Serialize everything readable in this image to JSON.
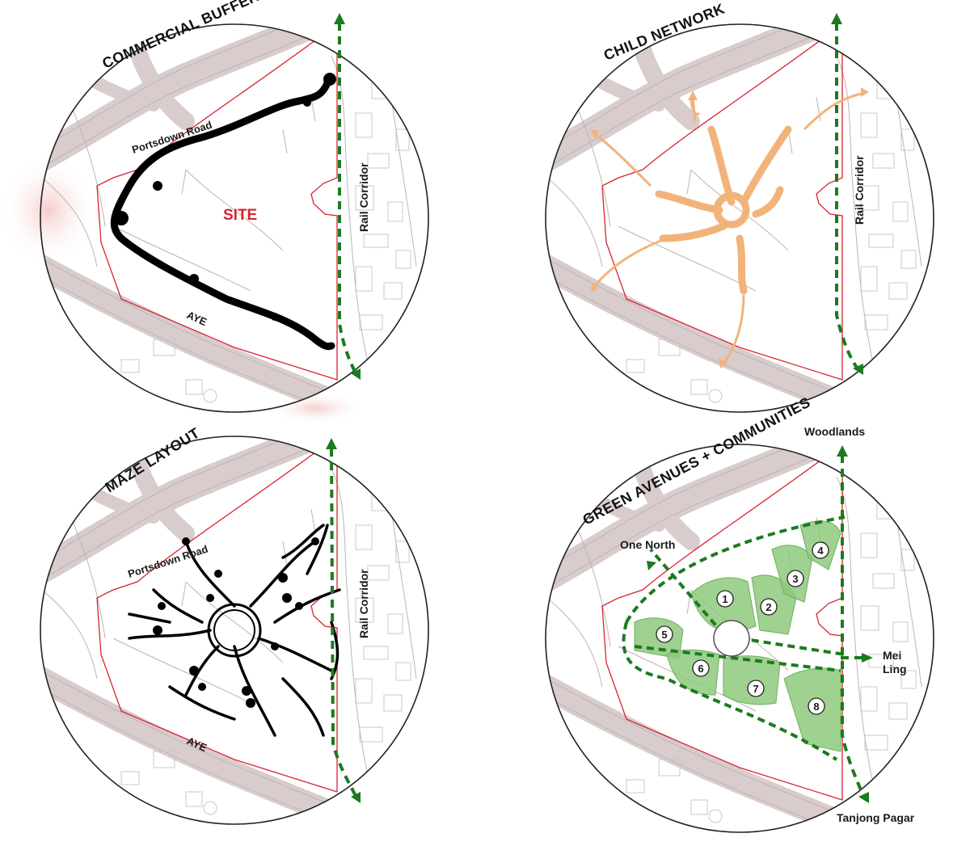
{
  "panels": {
    "commercial_buffer": {
      "title": "COMMERCIAL BUFFER",
      "road_north": "Portsdown Road",
      "road_south": "AYE",
      "site": "SITE",
      "rail": "Rail Corridor"
    },
    "child_network": {
      "title": "CHILD NETWORK",
      "rail": "Rail Corridor"
    },
    "maze_layout": {
      "title": "MAZE LAYOUT",
      "road_north": "Portsdown Road",
      "road_south": "AYE",
      "rail": "Rail Corridor"
    },
    "green_avenues": {
      "title": "GREEN AVENUES + COMMUNITIES",
      "woodlands": "Woodlands",
      "one_north": "One North",
      "mei": "Mei",
      "ling": "Ling",
      "tanjong_pagar": "Tanjong Pagar",
      "communities": [
        "1",
        "2",
        "3",
        "4",
        "5",
        "6",
        "7",
        "8"
      ]
    }
  },
  "colors": {
    "site_boundary": "#d9232e",
    "rail_corridor": "#1c7a1f",
    "child_network": "#f2b37a",
    "green_community": "#8ec97d",
    "buffer": "#000000",
    "roads": "#d8cccc"
  }
}
